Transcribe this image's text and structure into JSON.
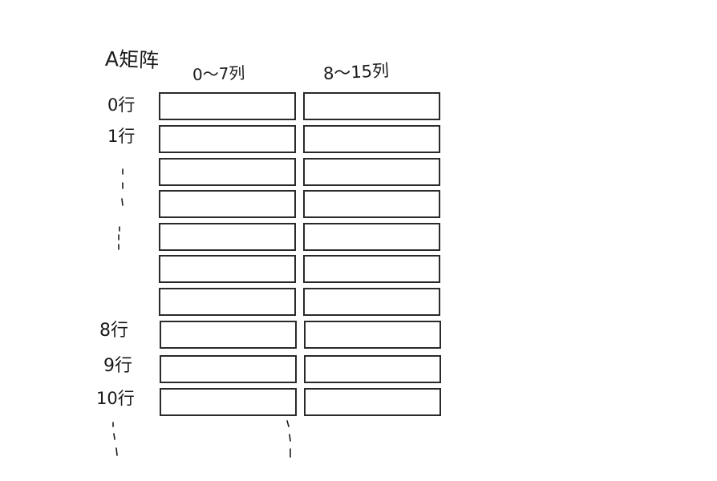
{
  "matrix": {
    "title": "A矩阵",
    "column_headers": {
      "left": "0～7列",
      "right": "8～15列"
    },
    "row_labels": {
      "row_0": "0行",
      "row_1": "1行",
      "row_8": "8行",
      "row_9": "9行",
      "row_10": "10行"
    },
    "rows_drawn": 10,
    "columns_drawn": 2
  },
  "colors": {
    "ink": "#1a1a1a",
    "background": "#ffffff"
  }
}
